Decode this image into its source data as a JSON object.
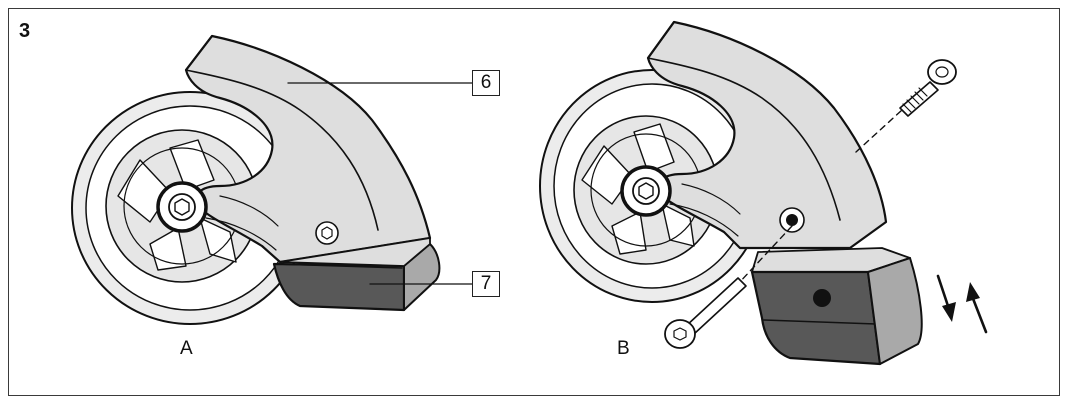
{
  "figure": {
    "number": "3",
    "callouts": {
      "part_6": "6",
      "part_7": "7"
    },
    "panels": {
      "a_label": "A",
      "b_label": "B"
    }
  },
  "colors": {
    "outline": "#111111",
    "casing": "#dedede",
    "pad": "#585858",
    "pad_side": "#a9a9a9",
    "wheel": "#e6e6e6",
    "background": "#ffffff"
  },
  "icons": [
    "hex-bolt-icon",
    "arrow-down-icon",
    "arrow-up-icon"
  ]
}
